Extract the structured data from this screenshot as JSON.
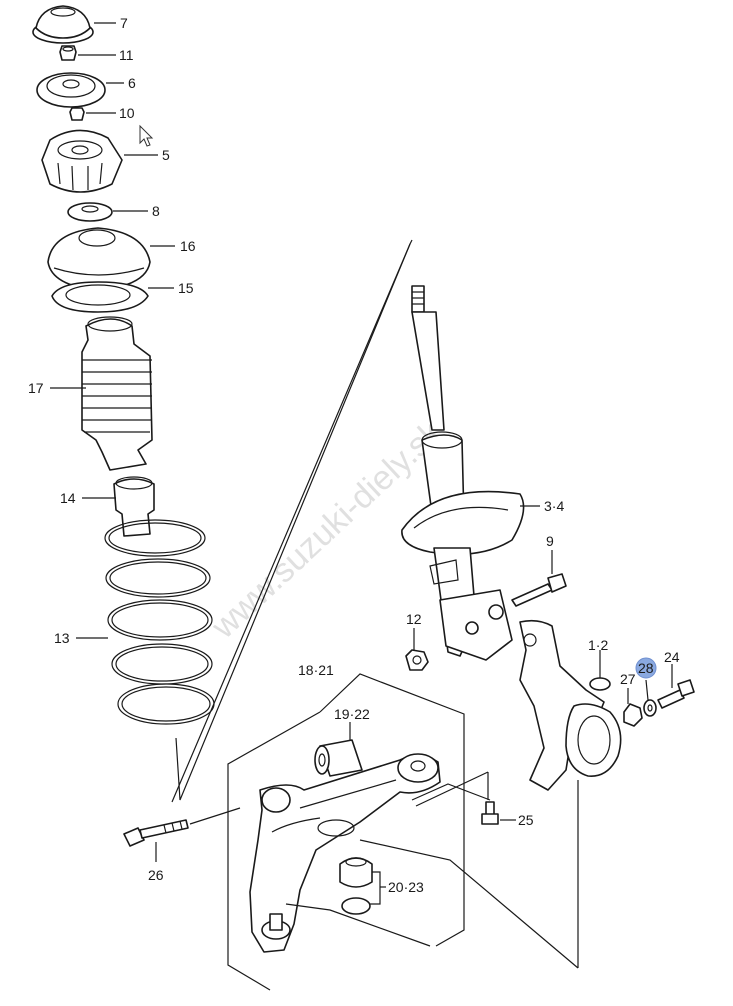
{
  "watermark": "www.suzuki-diely.sk",
  "highlight_color": "#8aa9e0",
  "labels": {
    "p7": "7",
    "p11": "11",
    "p6": "6",
    "p10": "10",
    "p5": "5",
    "p8": "8",
    "p16": "16",
    "p15": "15",
    "p17": "17",
    "p14": "14",
    "p13": "13",
    "p3_4": "3·4",
    "p9": "9",
    "p12": "12",
    "p1_2": "1·2",
    "p28": "28",
    "p24": "24",
    "p27": "27",
    "p18_21": "18·21",
    "p19_22": "19·22",
    "p25": "25",
    "p26": "26",
    "p20_23": "20·23"
  }
}
